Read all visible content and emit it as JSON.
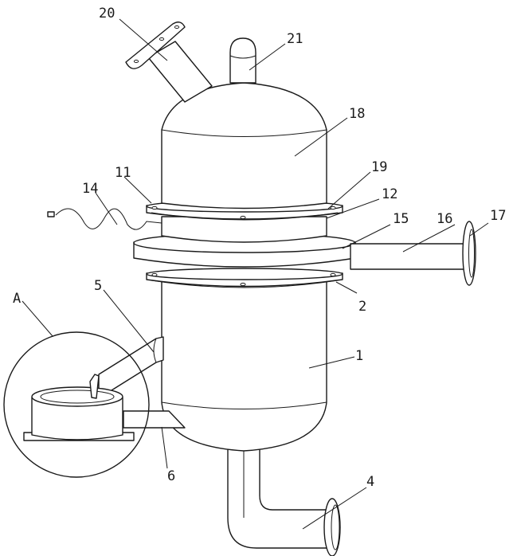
{
  "labels": {
    "l1": "1",
    "l2": "2",
    "l4": "4",
    "l5": "5",
    "l6": "6",
    "l11": "11",
    "l12": "12",
    "l14": "14",
    "l15": "15",
    "l16": "16",
    "l17": "17",
    "l18": "18",
    "l19": "19",
    "l20": "20",
    "l21": "21",
    "lA": "A"
  },
  "colors": {
    "line": "#1a1a1a",
    "background": "#ffffff"
  }
}
